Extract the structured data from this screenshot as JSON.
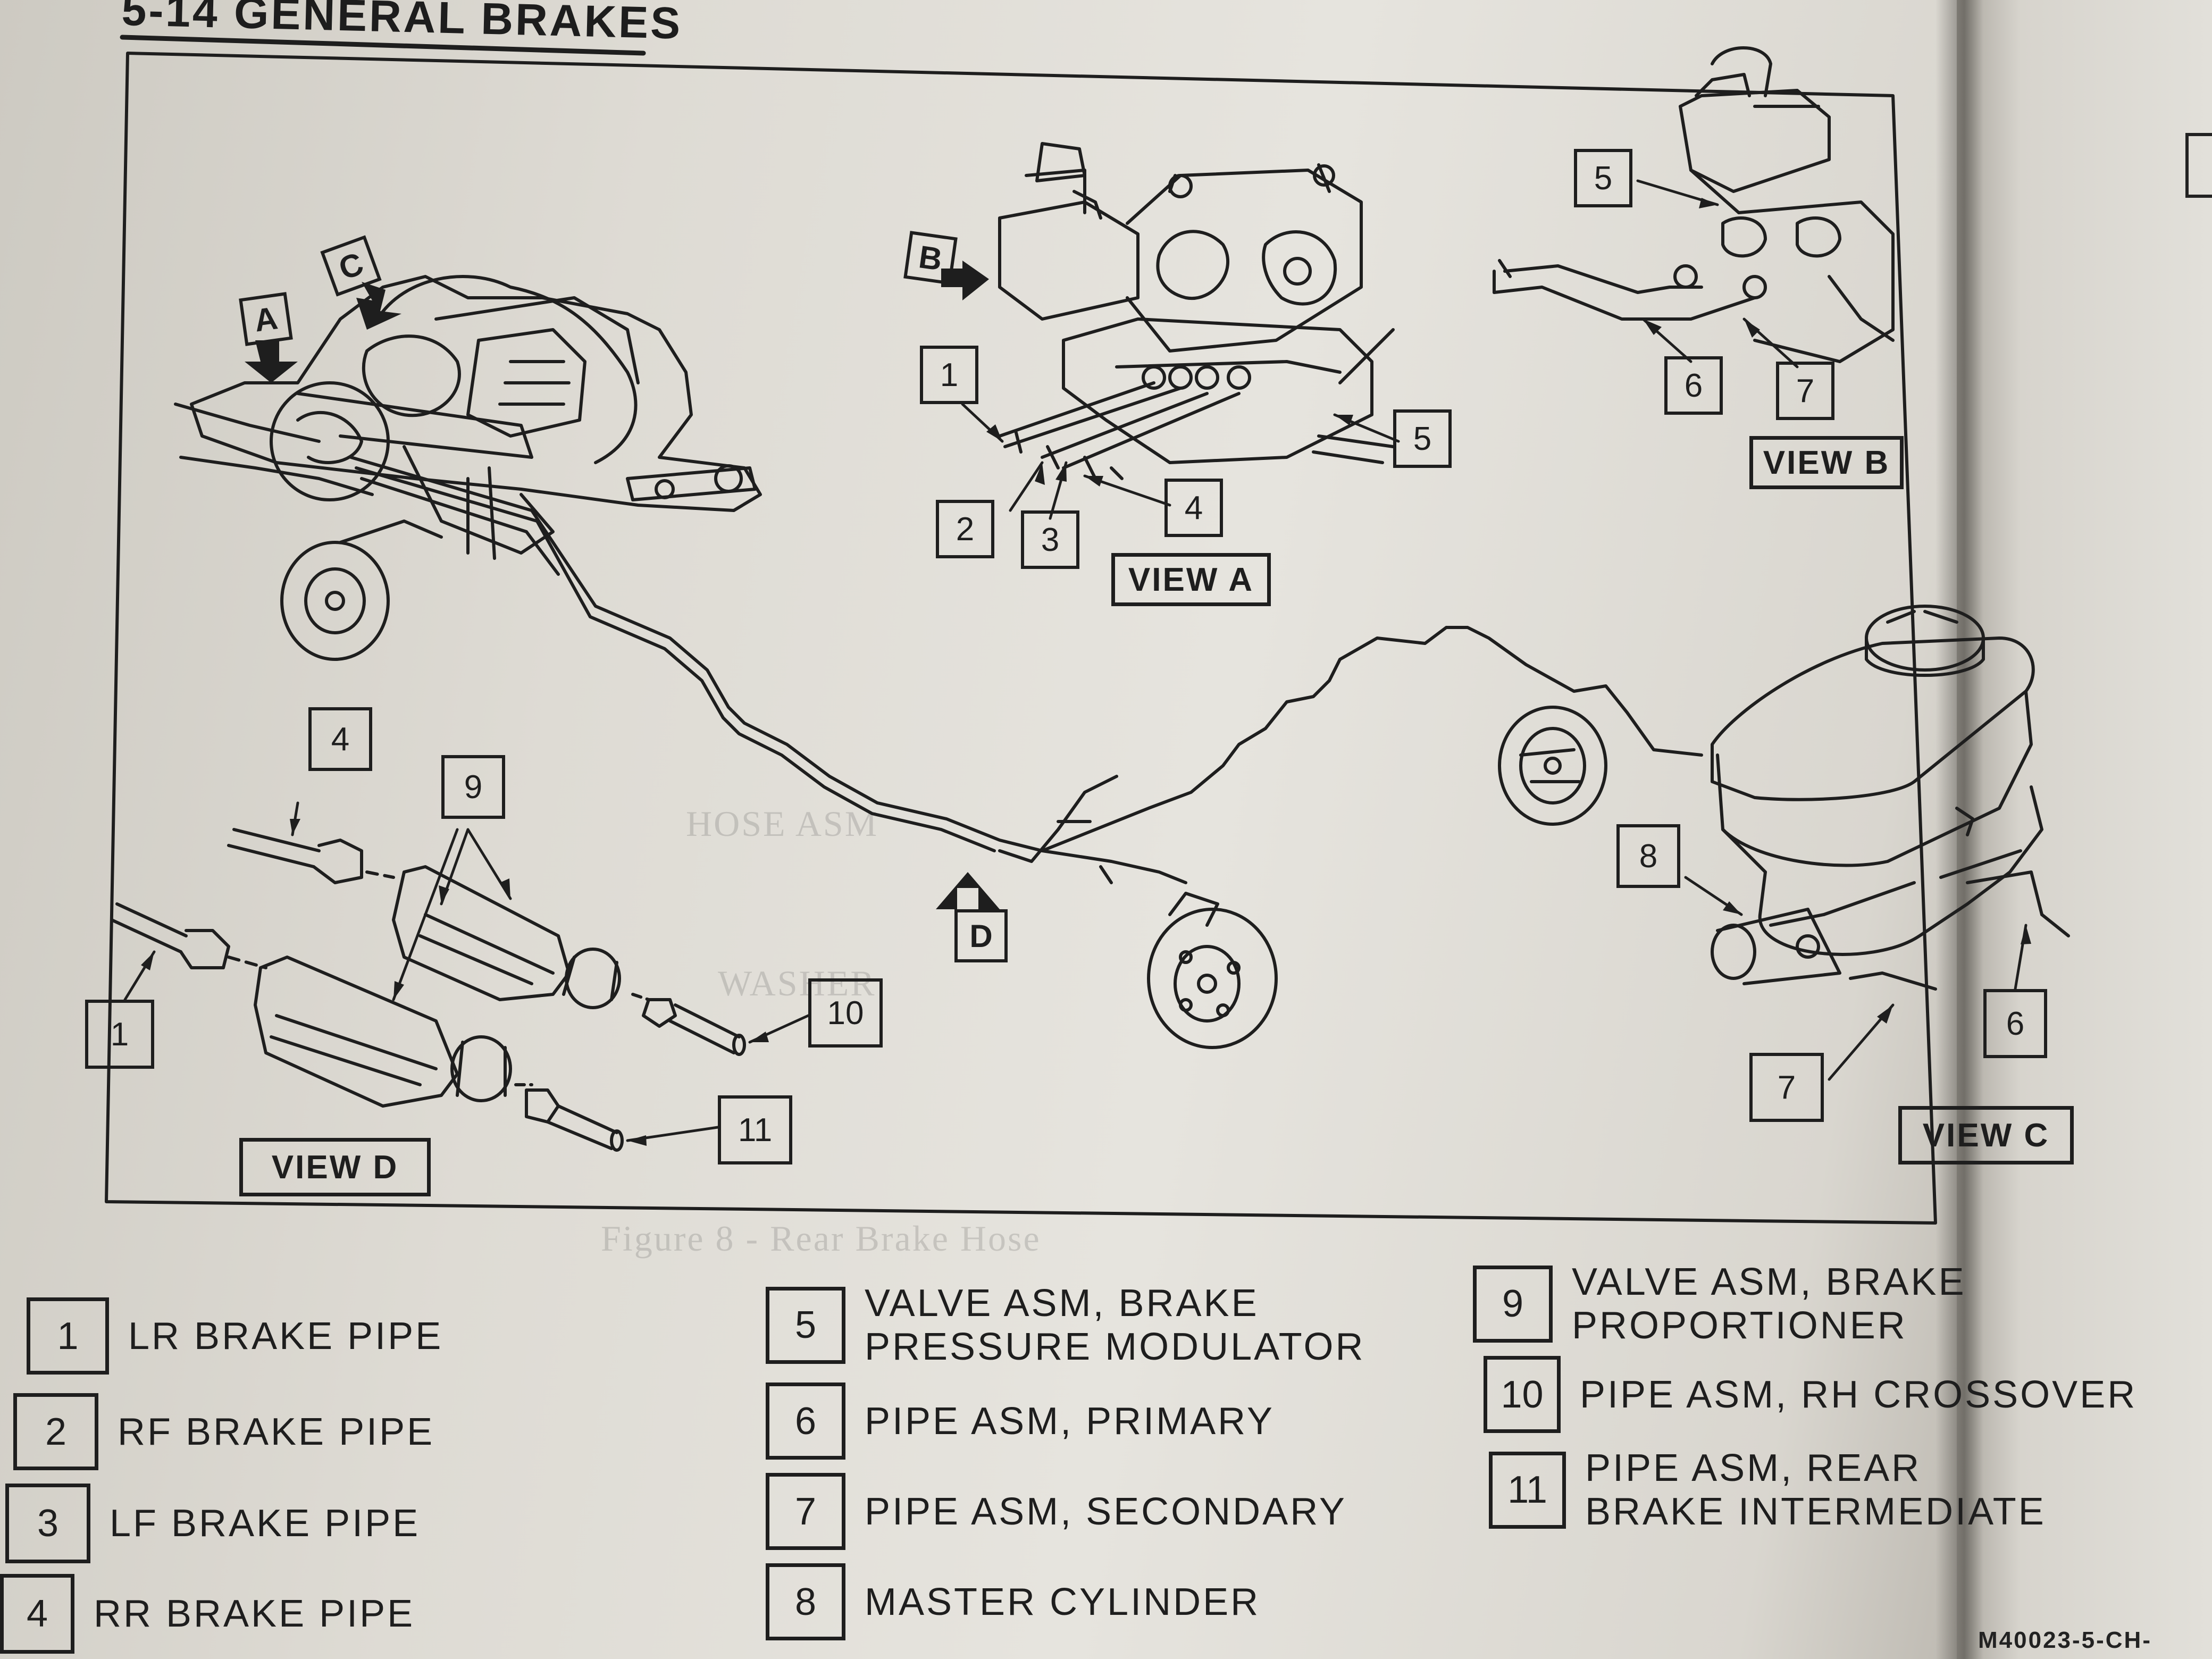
{
  "header": {
    "title": "5-14 GENERAL BRAKES"
  },
  "views": [
    {
      "id": "view-a",
      "label": "VIEW A"
    },
    {
      "id": "view-b",
      "label": "VIEW B"
    },
    {
      "id": "view-c",
      "label": "VIEW C"
    },
    {
      "id": "view-d",
      "label": "VIEW D"
    }
  ],
  "view_arrows": {
    "a": "A",
    "b": "B",
    "c": "C",
    "d": "D"
  },
  "callouts": {
    "a1": "1",
    "a2": "2",
    "a3": "3",
    "a4": "4",
    "a5": "5",
    "b5": "5",
    "b6": "6",
    "b7": "7",
    "c8": "8",
    "c6": "6",
    "c7": "7",
    "d4": "4",
    "d9": "9",
    "d1": "1",
    "d10": "10",
    "d11": "11"
  },
  "legend": [
    {
      "num": "1",
      "text": "LR BRAKE PIPE"
    },
    {
      "num": "2",
      "text": "RF BRAKE PIPE"
    },
    {
      "num": "3",
      "text": "LF BRAKE PIPE"
    },
    {
      "num": "4",
      "text": "RR BRAKE PIPE"
    },
    {
      "num": "5",
      "text": "VALVE ASM, BRAKE\nPRESSURE MODULATOR"
    },
    {
      "num": "6",
      "text": "PIPE ASM, PRIMARY"
    },
    {
      "num": "7",
      "text": "PIPE ASM, SECONDARY"
    },
    {
      "num": "8",
      "text": "MASTER CYLINDER"
    },
    {
      "num": "9",
      "text": "VALVE ASM, BRAKE\nPROPORTIONER"
    },
    {
      "num": "10",
      "text": "PIPE ASM, RH CROSSOVER"
    },
    {
      "num": "11",
      "text": "PIPE ASM, REAR\nBRAKE INTERMEDIATE"
    }
  ],
  "figure_id": "M40023-5-CH-"
}
